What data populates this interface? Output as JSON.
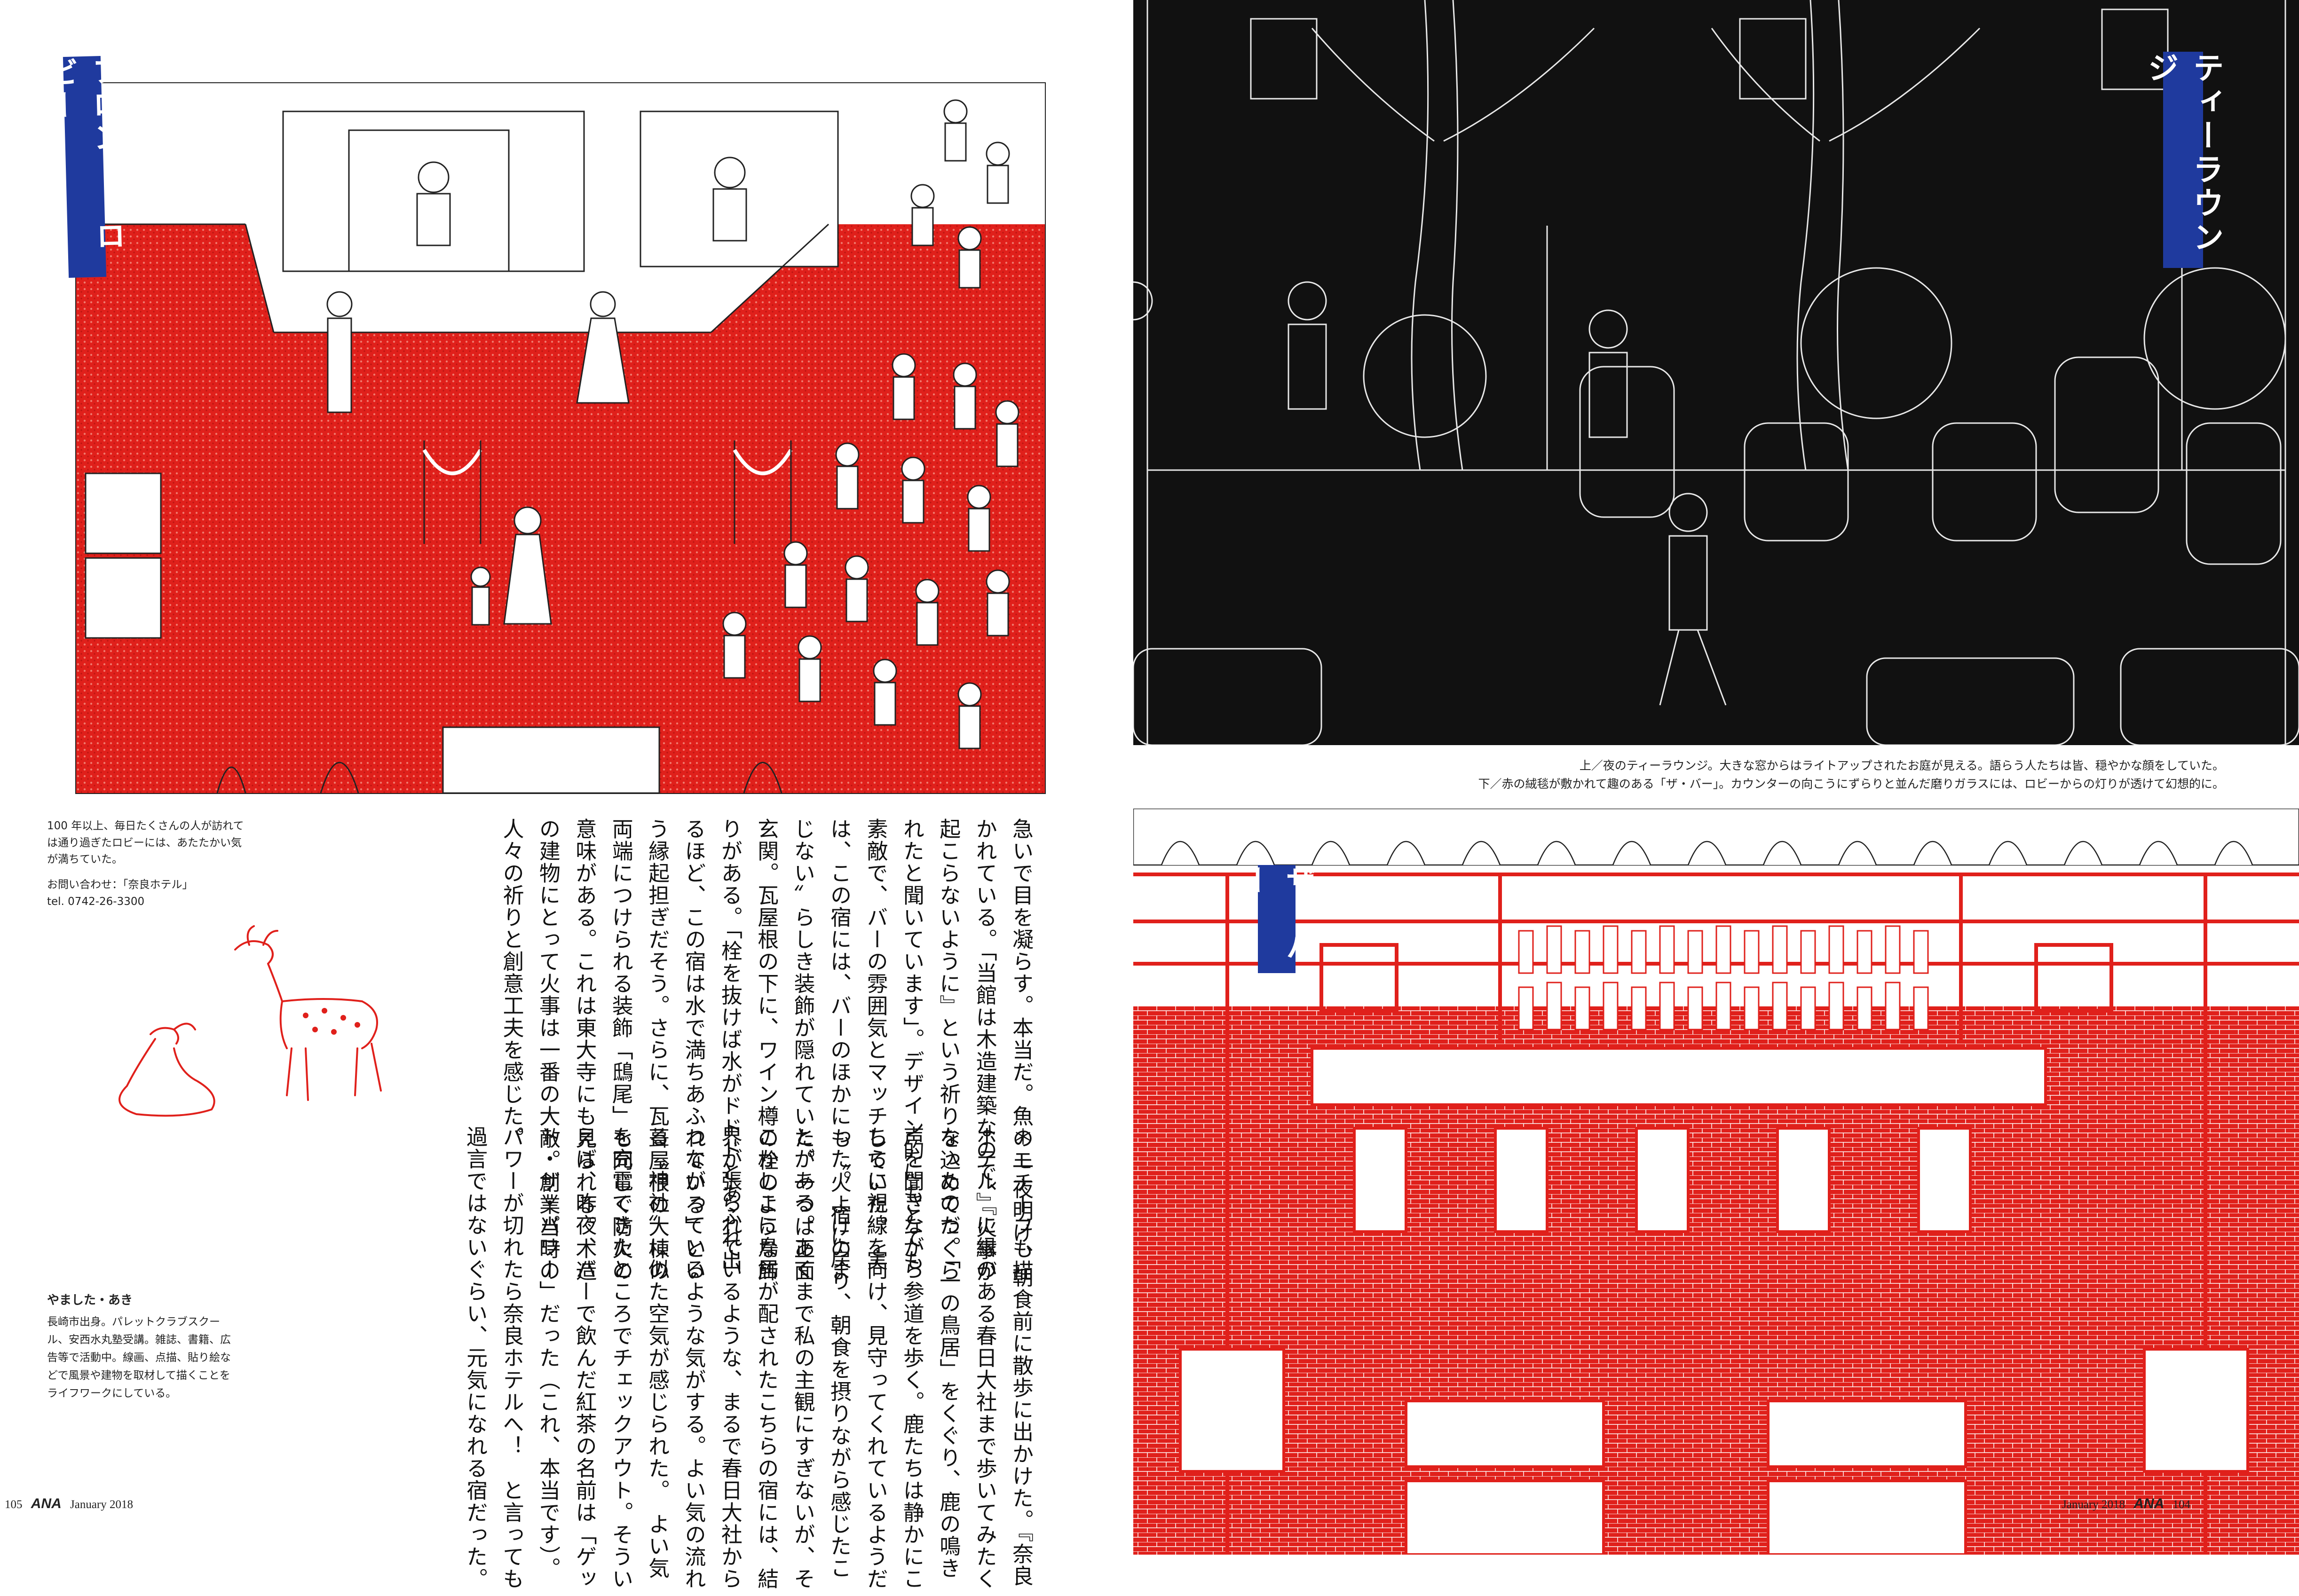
{
  "labels": {
    "lobby": "フロント・ロビー",
    "lounge": "ティーラウンジ",
    "bar": "ザ・バー"
  },
  "captions": {
    "lounge_line1": "上／夜のティーラウンジ。大きな窓からはライトアップされたお庭が見える。語らう人たちは皆、穏やかな顔をしていた。",
    "lounge_line2": "下／赤の絨毯が敷かれて趣のある「ザ・バー」。カウンターの向こうにずらりと並んだ磨りガラスには、ロビーからの灯りが透けて幻想的に。",
    "lobby": "100 年以上、毎日たくさんの人が訪れては通り過ぎたロビーには、あたたかい気が満ちていた。",
    "contact": "お問い合わせ：「奈良ホテル」",
    "tel": "tel. 0742-26-3300"
  },
  "profile": {
    "name": "やました・あき",
    "bio": "長崎市出身。パレットクラブスクール、安西水丸塾受講。雑誌、書籍、広告等で活動中。線画、点描、貼り絵などで風景や建物を取材して描くことをライフワークにしている。"
  },
  "body": {
    "upper": "急いで目を凝らす。本当だ。魚のモチーフも描かれている。「当館は木造建築なので、『火事が起こらないように』という祈りを込めてつくられたと聞いています」。デザイン的にもとても素敵で、バーの雰囲気とマッチしていた。　実は、この宿には、バーのほかにも〝火よけのまじない〟らしき装飾が隠れていた。一つは正面玄関。瓦屋根の下に、ワイン樽の栓のような飾りがある。「栓を抜けば水がドドドとあふれ出るほど、この宿は水で満ちあふれている」という縁起担ぎだそう。さらに、瓦葺屋根の大棟の両端につけられる装飾「鴟尾」も同じく防火の意味がある。これは東大寺にも見られる。木造の建物にとって火事は一番の大敵。創業当時の人々の祈りと創意工夫を感じた。",
    "asterisk": "＊",
    "lower": "一夜明け、朝食前に散歩に出かけた。『奈良ホテル』に縁のある春日大社まで歩いてみたくなったのだ。「一の鳥居」をくぐり、鹿の鳴き声を聞きながら参道を歩く。鹿たちは静かにこちらに視線を向け、見守ってくれているようだった。　宿に戻り、朝食を摂りながら感じたことがある。あくまで私の主観にすぎないが、そこかしこに鳥居が配されたこちらの宿には、結界が張られているような、まるで春日大社からつながっているような気がする。よい気の流れる〝神社〟に似た空気が感じられた。　よい気を充電できたところでチェックアウト。そういえば、昨夜、バーで飲んだ紅茶の名前は「ゲット・ザ・パワー」だった（これ、本当です）。パワーが切れたら奈良ホテルへ！　と言っても過言ではないぐらい、元気になれる宿だった。"
  },
  "folio": {
    "left_page": "105",
    "brand": "ANA",
    "issue": "January 2018",
    "right_page": "104"
  },
  "colors": {
    "red": "#e0201b",
    "navy": "#1f3a9e",
    "night": "#111111"
  }
}
